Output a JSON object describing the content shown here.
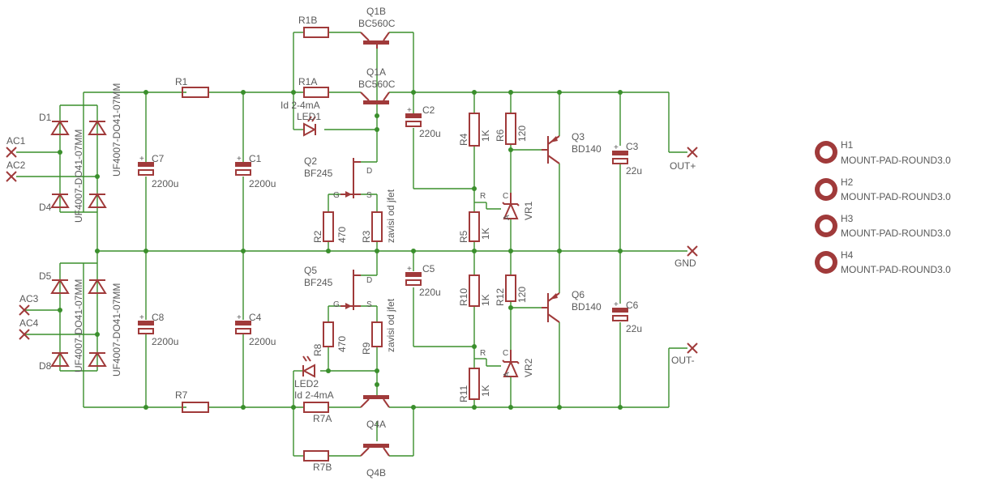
{
  "labels": {
    "R1B": "R1B",
    "Q1B": "Q1B",
    "BC560C_top": "BC560C",
    "R1": "R1",
    "R1A": "R1A",
    "Q1A": "Q1A",
    "BC560C": "BC560C",
    "Id_top": "Id 2-4mA",
    "LED1": "LED1",
    "C2": "C2",
    "C2v": "220u",
    "R4": "R4",
    "R4v": "1K",
    "R6": "R6",
    "R6v": "120",
    "Q3": "Q3",
    "Q3v": "BD140",
    "C3": "C3",
    "C3v": "22u",
    "OUTP": "OUT+",
    "H1": "H1",
    "H1v": "MOUNT-PAD-ROUND3.0",
    "H2": "H2",
    "H2v": "MOUNT-PAD-ROUND3.0",
    "H3": "H3",
    "H3v": "MOUNT-PAD-ROUND3.0",
    "H4": "H4",
    "H4v": "MOUNT-PAD-ROUND3.0",
    "AC1": "AC1",
    "AC2": "AC2",
    "AC3": "AC3",
    "AC4": "AC4",
    "D1": "D1",
    "D4": "D4",
    "D5": "D5",
    "D8": "D8",
    "Dv1": "UF4007-DO41-07MM",
    "Dv2": "UF4007-DO41-07MM",
    "Dv3": "UF4007-DO41-07MM",
    "Dv4": "UF4007-DO41-07MM",
    "C7": "C7",
    "C7v": "2200u",
    "C1": "C1",
    "C1v": "2200u",
    "Q2": "Q2",
    "Q2v": "BF245",
    "D": "D",
    "G": "G",
    "S": "S",
    "R2": "R2",
    "R2v": "470",
    "R3": "R3",
    "R3v": "zavisi od jfet",
    "R5": "R5",
    "R5v": "1K",
    "Rpin": "R",
    "Cpin": "C",
    "Apin": "A",
    "VR1": "VR1",
    "VR2": "VR2",
    "GND": "GND",
    "Q5": "Q5",
    "Q5v": "BF245",
    "C5": "C5",
    "C5v": "220u",
    "R10": "R10",
    "R10v": "1K",
    "R12": "R12",
    "R12v": "120",
    "Q6": "Q6",
    "Q6v": "BD140",
    "C6": "C6",
    "C6v": "22u",
    "C8": "C8",
    "C8v": "2200u",
    "C4": "C4",
    "C4v": "2200u",
    "R8": "R8",
    "R8v": "470",
    "R9": "R9",
    "R9v": "zavisi od jfet",
    "LED2": "LED2",
    "Id_bot": "Id 2-4mA",
    "OUTM": "OUT-",
    "R7": "R7",
    "R7A": "R7A",
    "Q4A": "Q4A",
    "R11": "R11",
    "R11v": "1K",
    "R7B": "R7B",
    "Q4B": "Q4B"
  }
}
